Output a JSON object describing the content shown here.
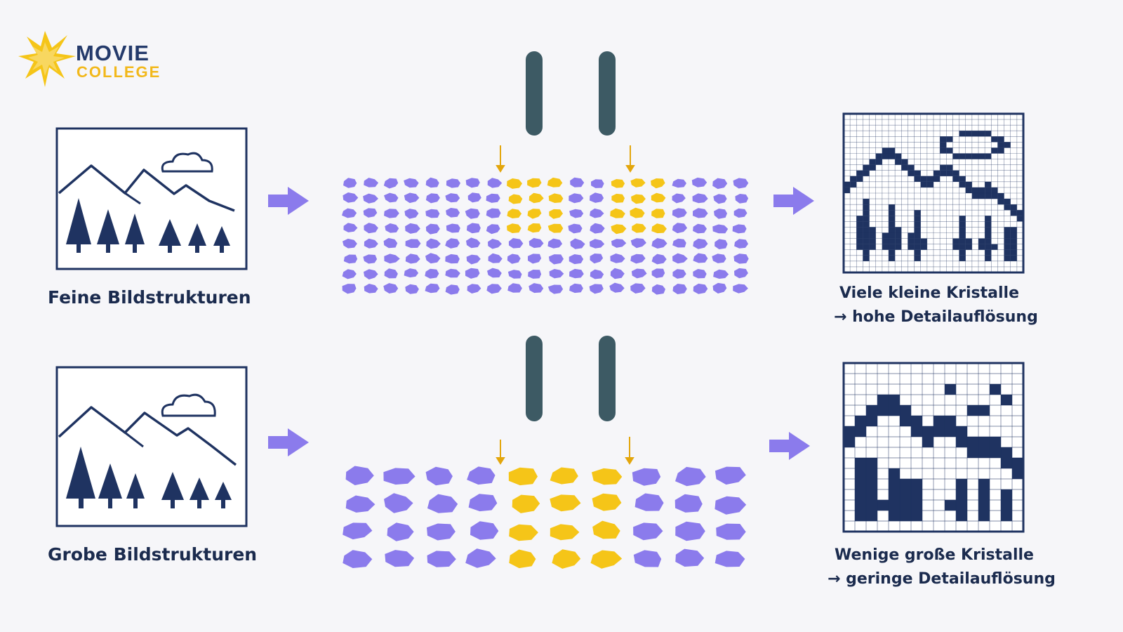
{
  "logo": {
    "line1": "MOVIE",
    "line2": "COLLEGE"
  },
  "colors": {
    "navy": "#1f3361",
    "accent_yellow": "#f5c518",
    "crystal_purple": "#8b7bec",
    "arrow_purple": "#8b7bec",
    "bar_slate": "#3d5a64",
    "background": "#f6f6f9"
  },
  "rows": [
    {
      "id": "fine",
      "caption_left": "Feine Bildstrukturen",
      "caption_right_line1": "Viele kleine Kristalle",
      "caption_right_line2": "→ hohe Detailauflösung",
      "crystal_columns": 20,
      "crystal_rows": 8,
      "highlight_columns": [
        8,
        9,
        10,
        13,
        14,
        15
      ],
      "highlight_rows": 4,
      "output_grid_cells": 28
    },
    {
      "id": "coarse",
      "caption_left": "Grobe Bildstrukturen",
      "caption_right_line1": "Wenige große Kristalle",
      "caption_right_line2": "→ geringe Detailauflösung",
      "crystal_columns": 10,
      "crystal_rows": 4,
      "highlight_columns": [
        4,
        5,
        6
      ],
      "highlight_rows": 4,
      "output_grid_cells": 16
    }
  ],
  "icons": {
    "logo": "star-burst-icon",
    "input_image": "landscape-frame-icon",
    "flow_arrow": "arrow-right-icon",
    "light_bar": "light-bar-icon",
    "light_ray": "arrow-down-icon",
    "output_image": "pixelated-landscape-icon"
  }
}
